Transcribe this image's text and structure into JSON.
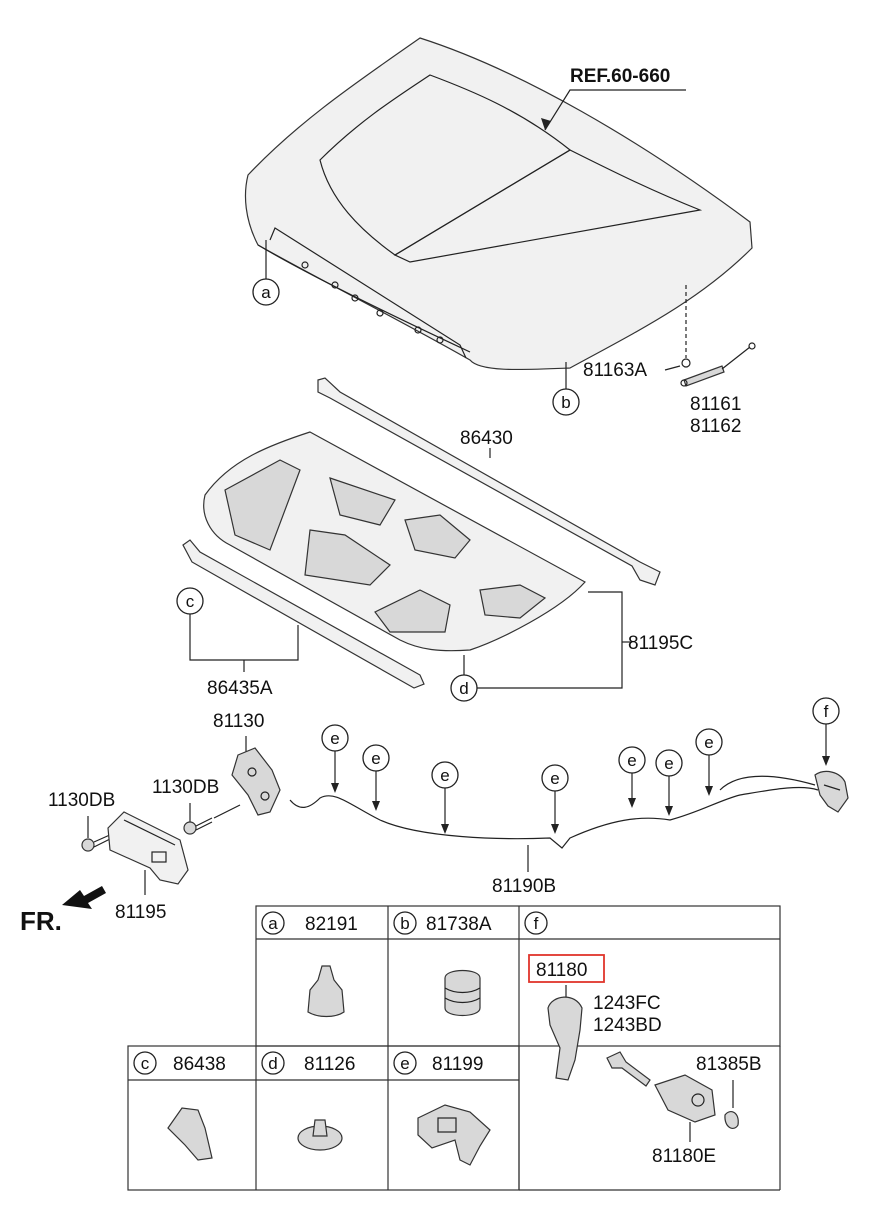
{
  "ref_label": "REF.60-660",
  "front_label": "FR.",
  "parts": {
    "p_81163A": "81163A",
    "p_81161": "81161",
    "p_81162": "81162",
    "p_86430": "86430",
    "p_81195C": "81195C",
    "p_86435A": "86435A",
    "p_81130": "81130",
    "p_1130DB_left": "1130DB",
    "p_1130DB_right": "1130DB",
    "p_81195": "81195",
    "p_81190B": "81190B",
    "p_1243FC": "1243FC",
    "p_1243BD": "1243BD",
    "p_81385B": "81385B",
    "p_81180E": "81180E"
  },
  "callouts": {
    "a": "a",
    "b": "b",
    "c": "c",
    "d": "d",
    "e": "e",
    "f": "f"
  },
  "table": {
    "cell_a": {
      "letter": "a",
      "part": "82191"
    },
    "cell_b": {
      "letter": "b",
      "part": "81738A"
    },
    "cell_f": {
      "letter": "f",
      "part_highlighted": "81180"
    },
    "cell_c": {
      "letter": "c",
      "part": "86438"
    },
    "cell_d": {
      "letter": "d",
      "part": "81126"
    },
    "cell_e": {
      "letter": "e",
      "part": "81199"
    }
  },
  "colors": {
    "highlight": "#e0352b",
    "line": "#222222"
  }
}
